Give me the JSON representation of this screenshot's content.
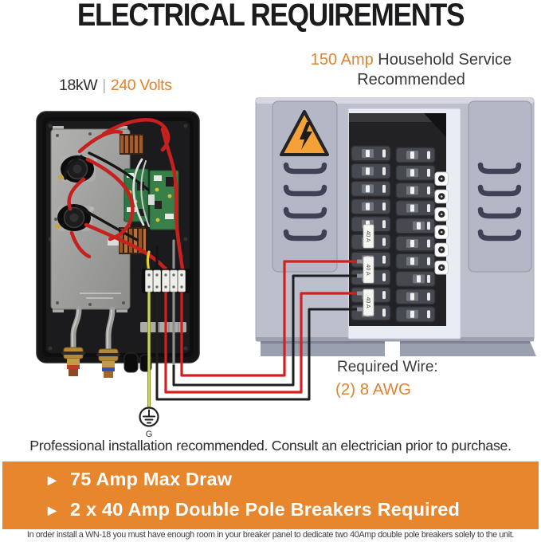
{
  "title": "ELECTRICAL REQUIREMENTS",
  "heater": {
    "label_power": "18kW",
    "label_divider": "|",
    "label_voltage": "240 Volts"
  },
  "panel": {
    "service_highlight": "150 Amp",
    "service_rest": " Household Service",
    "service_line2": "Recommended",
    "breaker_labels": [
      "40 A",
      "40 A",
      "40 A"
    ],
    "required_wire_label": "Required Wire:",
    "required_wire_value": "(2) 8 AWG"
  },
  "ground_label": "G",
  "note_professional": "Professional installation recommended. Consult an electrician prior to purchase.",
  "banner": {
    "bullet": "▶",
    "items": [
      "75 Amp Max Draw",
      "2 x 40 Amp Double Pole Breakers Required"
    ]
  },
  "footnote": "In order install a WN-18 you must have enough room in your breaker panel to dedicate two 40Amp double pole breakers solely to the unit.",
  "colors": {
    "accent_orange": "#E0832F",
    "banner_orange": "#E8862D",
    "wire_red": "#D02020",
    "wire_black": "#1E1E1E",
    "ground_wire_yellow": "#CBD14B",
    "panel_gray": "#BCC0CD",
    "vent_slot": "#3D4257",
    "warning_orange": "#F4A238"
  },
  "icons": {
    "warning": "warning-triangle-lightning-icon",
    "ground": "earth-ground-symbol-icon",
    "bullet": "right-triangle-bullet-icon"
  }
}
